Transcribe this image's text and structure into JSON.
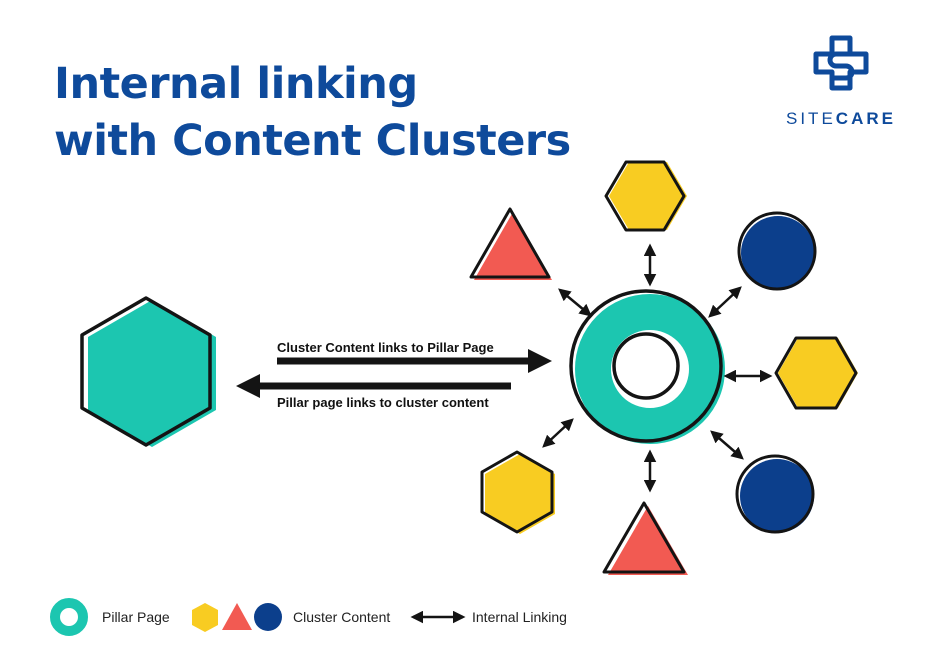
{
  "header": {
    "title_line1": "Internal linking",
    "title_line2": "with Content Clusters"
  },
  "logo": {
    "icon": "sitecare-s-cross-icon",
    "word_light": "SITE",
    "word_bold": "CARE"
  },
  "diagram": {
    "arrow_top_label": "Cluster Content links to Pillar Page",
    "arrow_bottom_label": "Pillar page links to cluster content"
  },
  "legend": {
    "pillar_label": "Pillar Page",
    "cluster_label": "Cluster Content",
    "linking_label": "Internal Linking"
  },
  "colors": {
    "brand_blue": "#0e4a9b",
    "teal": "#1cc6b0",
    "yellow": "#f8cc22",
    "red": "#f25a52",
    "navy": "#0c3f8c",
    "outline": "#141414"
  }
}
